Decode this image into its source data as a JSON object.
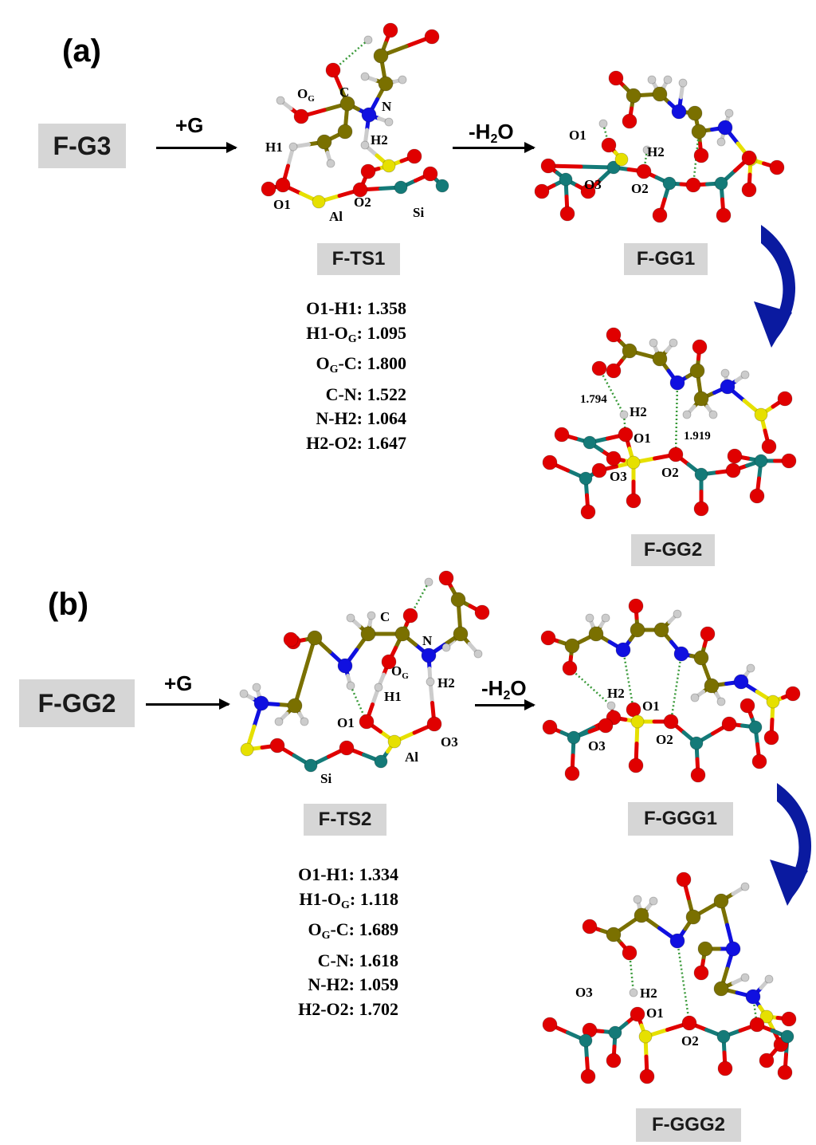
{
  "panel_a": {
    "label": "(a)",
    "start": "F-G3",
    "step1": "+G",
    "ts": "F-TS1",
    "step2_main": "-H",
    "step2_sub": "2",
    "step2_end": "O",
    "product1": "F-GG1",
    "product2": "F-GG2",
    "bonds": [
      {
        "pre": "O1-H1: 1.358",
        "sub": "",
        "post": ""
      },
      {
        "pre": "H1-O",
        "sub": "G",
        "post": ": 1.095"
      },
      {
        "pre": "O",
        "sub": "G",
        "post": "-C: 1.800"
      },
      {
        "pre": "C-N: 1.522",
        "sub": "",
        "post": ""
      },
      {
        "pre": "N-H2: 1.064",
        "sub": "",
        "post": ""
      },
      {
        "pre": "H2-O2: 1.647",
        "sub": "",
        "post": ""
      }
    ],
    "atom_labels": {
      "og_main": "O",
      "og_sub": "G",
      "c": "C",
      "n": "N",
      "h1": "H1",
      "h2": "H2",
      "o1": "O1",
      "al": "Al",
      "o2": "O2",
      "si": "Si",
      "gg1_o1": "O1",
      "gg1_h2": "H2",
      "gg1_o3": "O3",
      "gg1_o2": "O2",
      "gg2_h2": "H2",
      "gg2_o1": "O1",
      "gg2_o3": "O3",
      "gg2_o2": "O2",
      "gg2_d1": "1.794",
      "gg2_d2": "1.919"
    }
  },
  "panel_b": {
    "label": "(b)",
    "start": "F-GG2",
    "step1": "+G",
    "ts": "F-TS2",
    "step2_main": "-H",
    "step2_sub": "2",
    "step2_end": "O",
    "product1": "F-GGG1",
    "product2": "F-GGG2",
    "bonds": [
      {
        "pre": "O1-H1: 1.334",
        "sub": "",
        "post": ""
      },
      {
        "pre": "H1-O",
        "sub": "G",
        "post": ": 1.118"
      },
      {
        "pre": "O",
        "sub": "G",
        "post": "-C: 1.689"
      },
      {
        "pre": "C-N: 1.618",
        "sub": "",
        "post": ""
      },
      {
        "pre": "N-H2: 1.059",
        "sub": "",
        "post": ""
      },
      {
        "pre": "H2-O2: 1.702",
        "sub": "",
        "post": ""
      }
    ],
    "atom_labels": {
      "c": "C",
      "n": "N",
      "og_main": "O",
      "og_sub": "G",
      "h1": "H1",
      "h2": "H2",
      "o1": "O1",
      "o3": "O3",
      "al": "Al",
      "si": "Si",
      "g1_h2": "H2",
      "g1_o1": "O1",
      "g1_o3": "O3",
      "g1_o2": "O2",
      "g2_o3": "O3",
      "g2_h2": "H2",
      "g2_o1": "O1",
      "g2_o2": "O2"
    }
  },
  "colors": {
    "oxygen": "#e00000",
    "carbon": "#7a7000",
    "nitrogen": "#1010e0",
    "hydrogen": "#cccccc",
    "silicon": "#147a78",
    "aluminum": "#e6e000",
    "label_box": "#d6d6d6",
    "curved_arrow": "#0a1aa0",
    "hbond": "#3a9a3a"
  },
  "icons": {
    "curved_arrow": "curved-arrow-icon"
  }
}
